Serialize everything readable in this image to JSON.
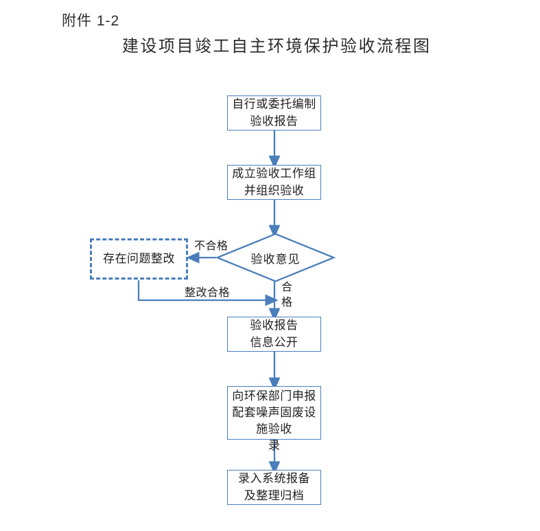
{
  "header": {
    "attachment_label": "附件 1-2",
    "title": "建设项目竣工自主环境保护验收流程图"
  },
  "colors": {
    "line": "#4a7ebb",
    "node_border": "#4a7ebb",
    "node_fill": "#ffffff",
    "text": "#1f1f1f",
    "background": "#ffffff"
  },
  "flowchart": {
    "type": "flowchart",
    "direction": "top-to-bottom",
    "nodes": [
      {
        "id": "n1",
        "shape": "rect",
        "lines": [
          "自行或委托编制",
          "验收报告"
        ]
      },
      {
        "id": "n2",
        "shape": "rect",
        "lines": [
          "成立验收工作组",
          "并组织验收"
        ]
      },
      {
        "id": "n3",
        "shape": "diamond",
        "lines": [
          "验收意见"
        ]
      },
      {
        "id": "n4",
        "shape": "rect-dashed",
        "lines": [
          "存在问题整改"
        ]
      },
      {
        "id": "n5",
        "shape": "rect",
        "lines": [
          "验收报告",
          "信息公开"
        ]
      },
      {
        "id": "n6",
        "shape": "rect",
        "lines": [
          "向环保部门申报",
          "配套噪声固废设",
          "施验收"
        ]
      },
      {
        "id": "n7",
        "shape": "rect",
        "lines": [
          "录入系统报备",
          "及整理归档"
        ]
      }
    ],
    "edges": [
      {
        "from": "n1",
        "to": "n2",
        "label": ""
      },
      {
        "from": "n2",
        "to": "n3",
        "label": ""
      },
      {
        "from": "n3",
        "to": "n4",
        "label": "不合格"
      },
      {
        "from": "n4",
        "to": "n5",
        "label": "整改合格"
      },
      {
        "from": "n3",
        "to": "n5",
        "label": "合格"
      },
      {
        "from": "n5",
        "to": "n6",
        "label": ""
      },
      {
        "from": "n6",
        "to": "n7",
        "label": ""
      }
    ],
    "edge_labels": {
      "fail": "不合格",
      "rectified_pass": "整改合格",
      "pass_vertical": "合格"
    },
    "stray_overlap_char": "录"
  }
}
